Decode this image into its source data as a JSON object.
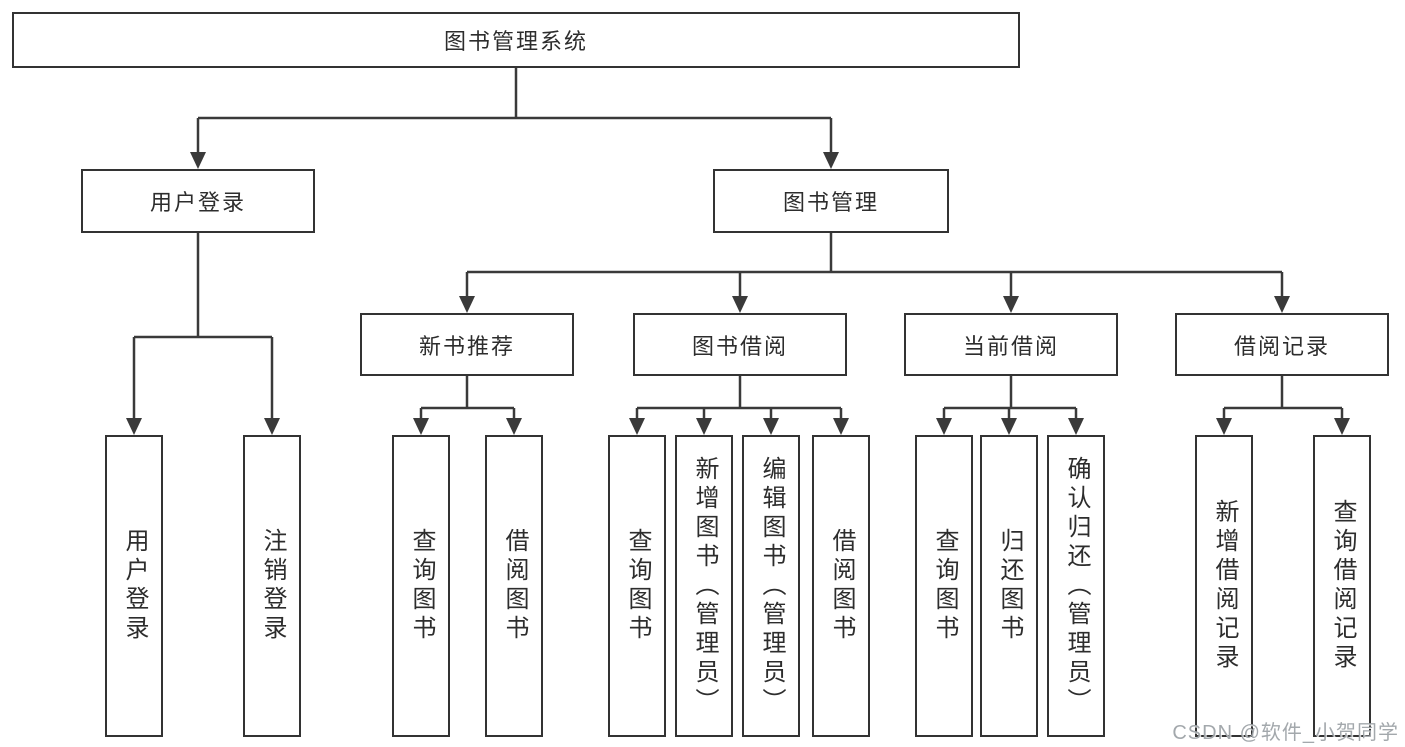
{
  "page": {
    "background": "#ffffff"
  },
  "colors": {
    "line": "#3a3a3a",
    "box_border": "#333333",
    "text": "#2d2d2d",
    "watermark": "#9ea3a8"
  },
  "nodes": {
    "root": "图书管理系统",
    "user_login": "用户登录",
    "book_mgmt": "图书管理",
    "new_book_rec": "新书推荐",
    "book_borrow": "图书借阅",
    "current_borrow": "当前借阅",
    "borrow_record": "借阅记录",
    "leaf_user_login": "用户登录",
    "leaf_logout": "注销登录",
    "leaf_query_book_a": "查询图书",
    "leaf_borrow_book_a": "借阅图书",
    "leaf_query_book_b": "查询图书",
    "leaf_add_book": "新增图书（管理员）",
    "leaf_edit_book": "编辑图书（管理员）",
    "leaf_borrow_book_b": "借阅图书",
    "leaf_query_book_c": "查询图书",
    "leaf_return_book": "归还图书",
    "leaf_confirm_return": "确认归还（管理员）",
    "leaf_add_record": "新增借阅记录",
    "leaf_query_record": "查询借阅记录"
  },
  "watermark": "CSDN @软件_小贺同学"
}
